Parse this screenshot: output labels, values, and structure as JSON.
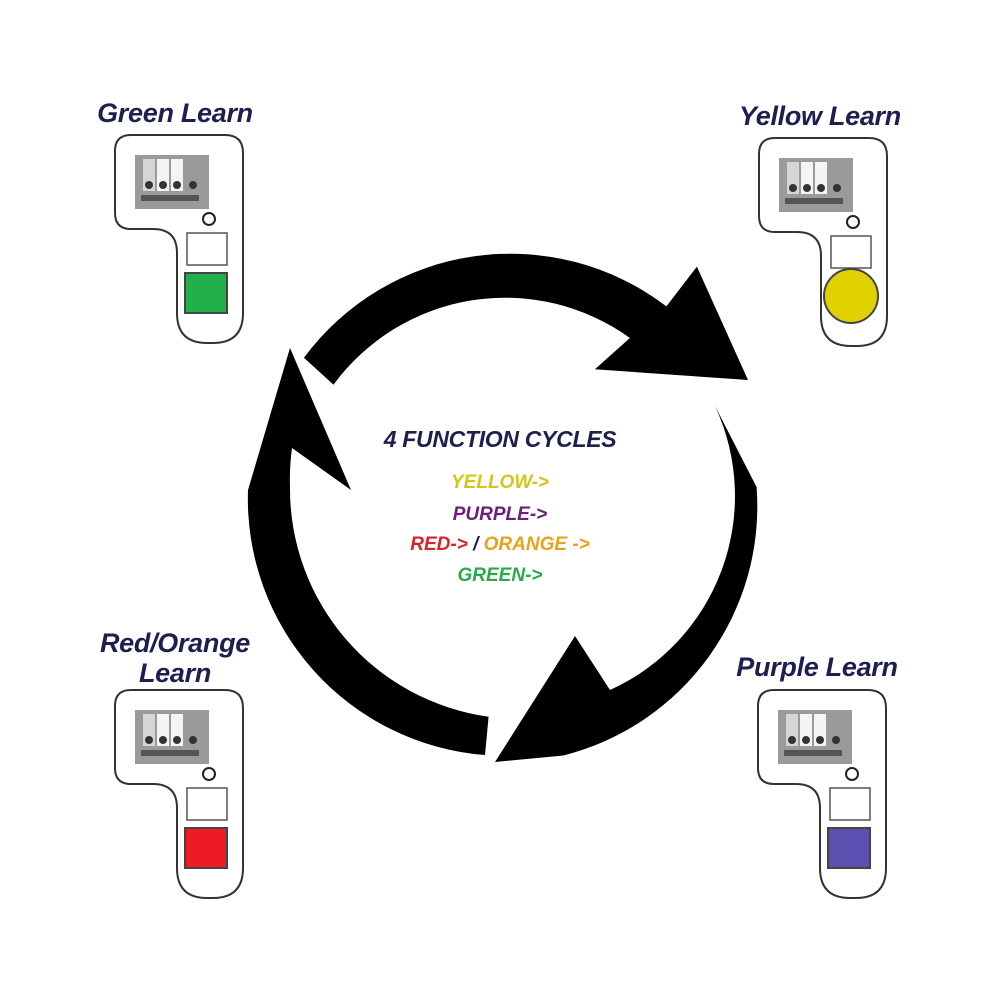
{
  "center": {
    "title": "4 FUNCTION CYCLES",
    "sequence": [
      {
        "text": "YELLOW->",
        "color": "#d4c51a"
      },
      {
        "text": "PURPLE->",
        "color": "#6b1f7a"
      },
      {
        "text": "RED->",
        "color": "#d8232a",
        "separator": " / ",
        "text2": "ORANGE ->",
        "color2": "#e8a21a"
      },
      {
        "text": "GREEN->",
        "color": "#2aa84a"
      }
    ]
  },
  "remotes": {
    "green": {
      "label": "Green Learn",
      "button_color": "#22b04b",
      "button_shape": "square"
    },
    "yellow": {
      "label": "Yellow Learn",
      "button_color": "#e0d200",
      "button_shape": "circle"
    },
    "red_orange": {
      "label_line1": "Red/Orange",
      "label_line2": "Learn",
      "button_color": "#ed1c24",
      "button_shape": "square"
    },
    "purple": {
      "label": "Purple Learn",
      "button_color": "#5b4fb0",
      "button_shape": "square"
    }
  },
  "colors": {
    "arrows": "#000000",
    "label_text": "#1d1f4f",
    "remote_outline": "#333333"
  }
}
